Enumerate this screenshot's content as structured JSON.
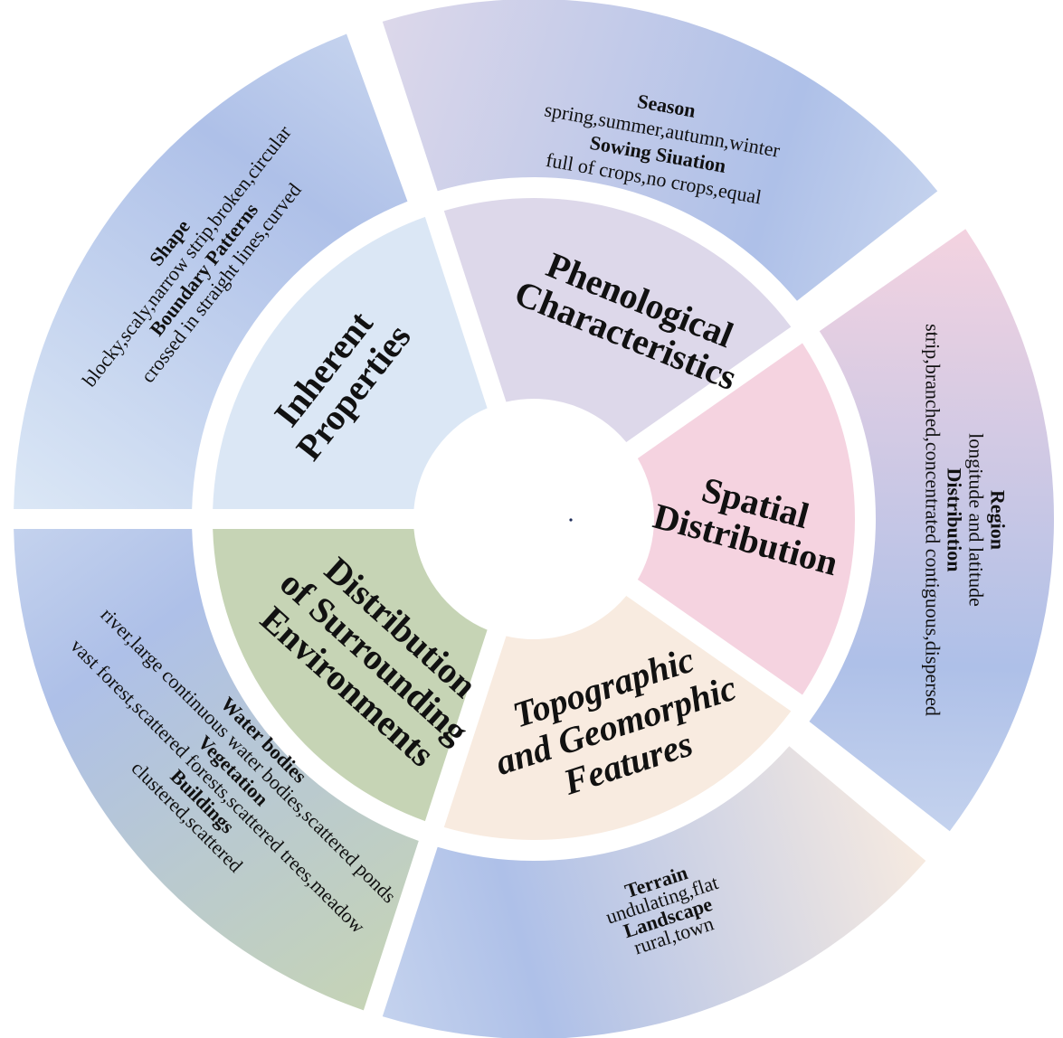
{
  "diagram": {
    "center_marker": "center-dot",
    "segments": [
      {
        "id": "inherent",
        "title": [
          "Inherent",
          "Properties"
        ],
        "italic": false,
        "inner_color": "#dbe7f5",
        "outer_gradient": [
          "#dce8f6",
          "#aec0e8"
        ],
        "details": [
          {
            "heading": "Shape",
            "value": "blocky,scaly,narrow strip,broken,circular"
          },
          {
            "heading": "Boundary Patterns",
            "value": "crossed in straight lines,curved"
          }
        ]
      },
      {
        "id": "phenological",
        "title": [
          "Phenological",
          "Characteristics"
        ],
        "italic": false,
        "inner_color": "#ddd8ea",
        "outer_gradient": [
          "#ddd8ea",
          "#aec0e8"
        ],
        "details": [
          {
            "heading": "Season",
            "value": "spring,summer,autumn,winter"
          },
          {
            "heading": "Sowing Siuation",
            "value": "full of crops,no crops,equal"
          }
        ]
      },
      {
        "id": "spatial",
        "title": [
          "Spatial",
          "Distribution"
        ],
        "italic": false,
        "inner_color": "#f5d3e0",
        "outer_gradient": [
          "#f5d3e0",
          "#aec0e8"
        ],
        "details": [
          {
            "heading": "Region",
            "value": "longitude and latitude"
          },
          {
            "heading": "Distribution",
            "value": "strip,branched,concentrated contiguous,dispersed"
          }
        ]
      },
      {
        "id": "topographic",
        "title": [
          "Topographic",
          "and Geomorphic",
          "Features"
        ],
        "italic": true,
        "inner_color": "#f8ebe0",
        "outer_gradient": [
          "#f8ebe0",
          "#aec0e8"
        ],
        "details": [
          {
            "heading": "Terrain",
            "value": "undulating,flat"
          },
          {
            "heading": "Landscape",
            "value": "rural,town"
          }
        ]
      },
      {
        "id": "surroundings",
        "title": [
          "Distribution",
          "of Surrounding",
          "Environments"
        ],
        "italic": false,
        "inner_color": "#c6d4b5",
        "outer_gradient": [
          "#c6d4b5",
          "#aec0e8"
        ],
        "details": [
          {
            "heading": "Water bodies",
            "value": "river,large continuous water bodies,scattered ponds"
          },
          {
            "heading": "Vegetation",
            "value": "vast forest,scattered forests,scattered trees,meadow"
          },
          {
            "heading": "Buildings",
            "value": "clustered,scattered"
          }
        ]
      }
    ]
  }
}
